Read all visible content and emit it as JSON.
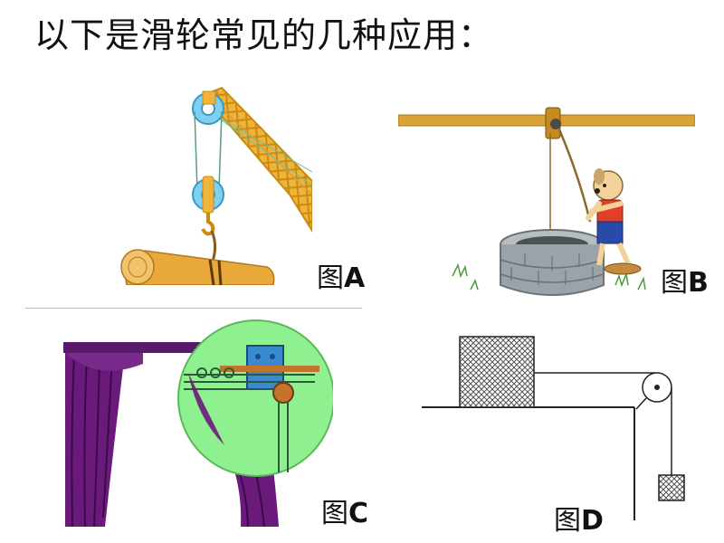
{
  "title": "以下是滑轮常见的几种应用：",
  "figures": [
    {
      "id": "A",
      "prefix": "图",
      "letter": "A"
    },
    {
      "id": "B",
      "prefix": "图",
      "letter": "B"
    },
    {
      "id": "C",
      "prefix": "图",
      "letter": "C"
    },
    {
      "id": "D",
      "prefix": "图",
      "letter": "D"
    }
  ],
  "colors": {
    "crane": "#f0b43a",
    "crane_edge": "#c98a10",
    "pulley": "#7fd0f0",
    "log": "#e8a93a",
    "beam": "#d9a338",
    "well": "#9aa3a8",
    "curtain": "#6a1a7a",
    "zoom": "#8ff08f",
    "hatch": "#555555"
  }
}
